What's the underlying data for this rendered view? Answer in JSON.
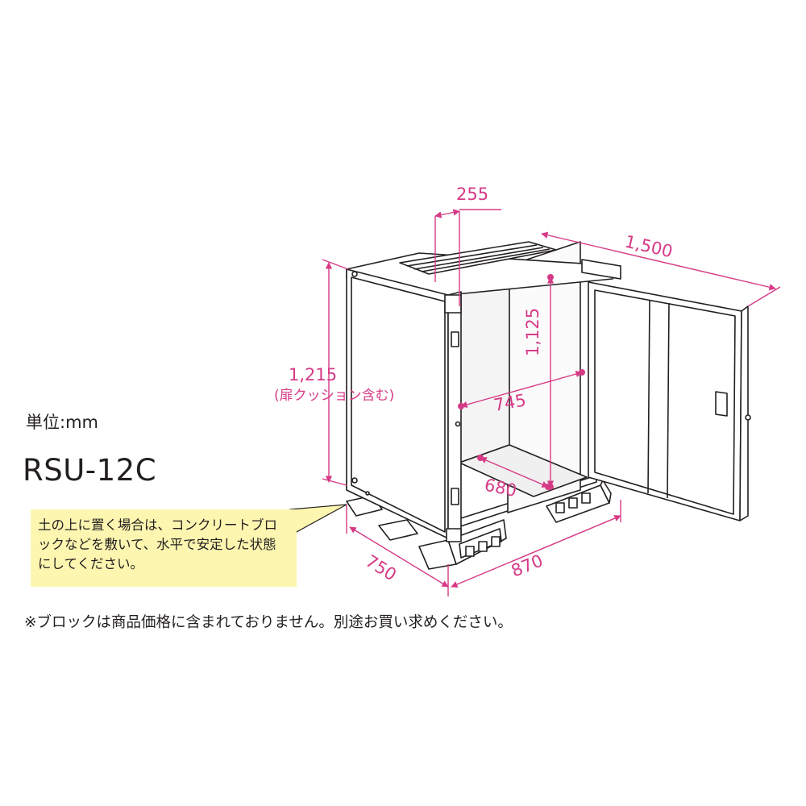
{
  "unit_label": "単位:mm",
  "model_name": "RSU-12C",
  "note": "土の上に置く場合は、コンクリートブロックなどを敷いて、水平で安定した状態にしてください。",
  "footnote": "※ブロックは商品価格に含まれておりません。別途お買い求めください。",
  "dimensions": {
    "top_rail_width": "255",
    "total_width": "1,500",
    "inner_height": "1,125",
    "height": "1,215",
    "height_note": "(扉クッション含む)",
    "inner_width": "745",
    "inner_depth": "680",
    "depth": "750",
    "width": "870"
  },
  "colors": {
    "dimension": "#d63a86",
    "line": "#231f20",
    "note_background": "#fdf6b0",
    "panel": "#ffffff"
  }
}
